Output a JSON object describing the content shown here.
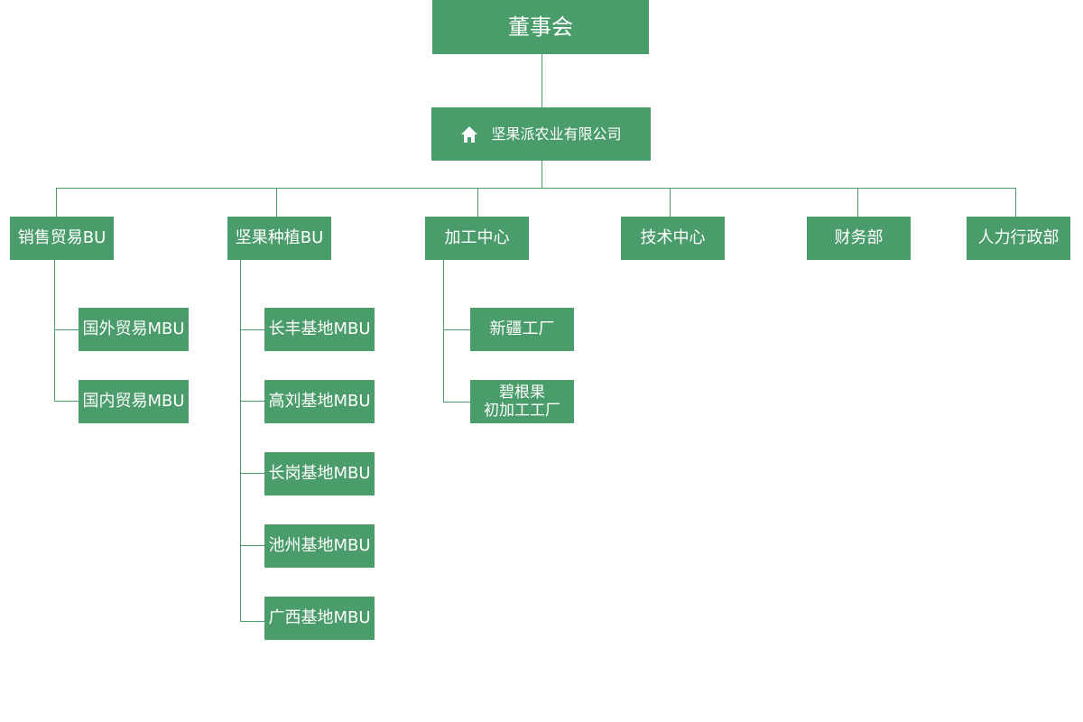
{
  "board": "董事会",
  "company": {
    "icon": "house-icon",
    "name": "坚果派农业有限公司"
  },
  "divisions": {
    "sales": {
      "label": "销售贸易BU",
      "children": [
        "国外贸易MBU",
        "国内贸易MBU"
      ]
    },
    "planting": {
      "label": "坚果种植BU",
      "children": [
        "长丰基地MBU",
        "高刘基地MBU",
        "长岗基地MBU",
        "池州基地MBU",
        "广西基地MBU"
      ]
    },
    "processing": {
      "label": "加工中心",
      "children": [
        "新疆工厂",
        "碧根果",
        "初加工工厂"
      ]
    },
    "tech": {
      "label": "技术中心"
    },
    "finance": {
      "label": "财务部"
    },
    "hr": {
      "label": "人力行政部"
    }
  },
  "colors": {
    "box": "#4a9c6b",
    "text": "#ffffff",
    "line": "#4a9c6b"
  }
}
